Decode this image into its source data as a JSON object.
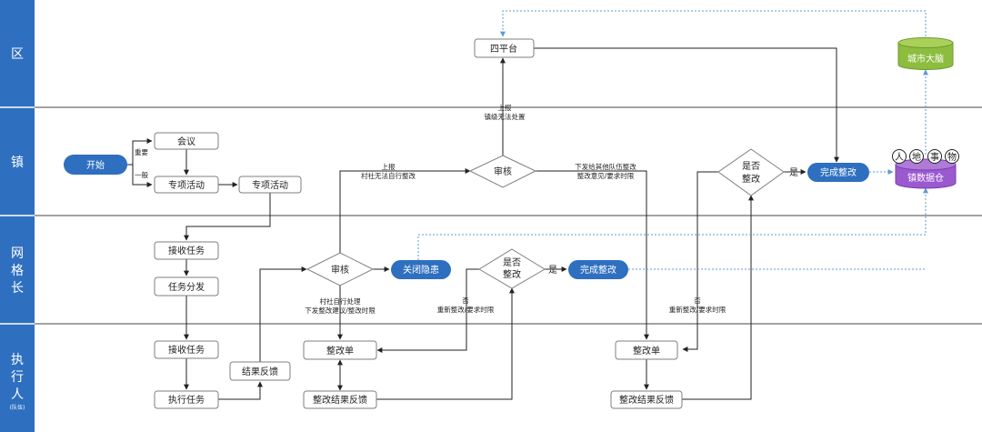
{
  "lanes": [
    {
      "lines": [
        "区"
      ],
      "sub": ""
    },
    {
      "lines": [
        "镇"
      ],
      "sub": ""
    },
    {
      "lines": [
        "网",
        "格",
        "长"
      ],
      "sub": ""
    },
    {
      "lines": [
        "执",
        "行",
        "人"
      ],
      "sub": "(队伍)"
    }
  ],
  "nodes": {
    "start": "开始",
    "meeting": "会议",
    "special1": "专项活动",
    "special2": "专项活动",
    "receive_grid": "接收任务",
    "dispatch": "任务分发",
    "review_grid": "审核",
    "close_hazard": "关闭隐患",
    "whether_grid": [
      "是否",
      "整改"
    ],
    "complete_grid": "完成整改",
    "receive_exec": "接收任务",
    "execute": "执行任务",
    "feedback": "结果反馈",
    "rect_order1": "整改单",
    "rect_feedback1": "整改结果反馈",
    "review_town": "审核",
    "platform": "四平台",
    "city_brain": "城市大脑",
    "whether_town": [
      "是否",
      "整改"
    ],
    "complete_town": "完成整改",
    "warehouse": "镇数据仓",
    "warehouse_tags": [
      "人",
      "地",
      "事",
      "物"
    ],
    "rect_order2": "整改单",
    "rect_feedback2": "整改结果反馈"
  },
  "labels": {
    "important": "重要",
    "general": "一般",
    "report_town": [
      "上报",
      "镇级无法处置"
    ],
    "report_village": [
      "上报",
      "村社无法自行整改"
    ],
    "village_self": [
      "村社自行处理",
      "下发整改建议/整改时限"
    ],
    "dispatch_other": [
      "下发给其他队伍整改",
      "整改意见/要求时限"
    ],
    "no_grid": [
      "否",
      "重新整改/要求时限"
    ],
    "no_town": [
      "否",
      "重新整改/要求时限"
    ],
    "yes_grid": "是",
    "yes_town": "是"
  },
  "colors": {
    "lane_header": "#2e6fc0",
    "pill": "#2e6fc0",
    "city_brain": "#8cbd3f",
    "warehouse": "#9b59d0",
    "dotted": "#5b9bd5"
  }
}
